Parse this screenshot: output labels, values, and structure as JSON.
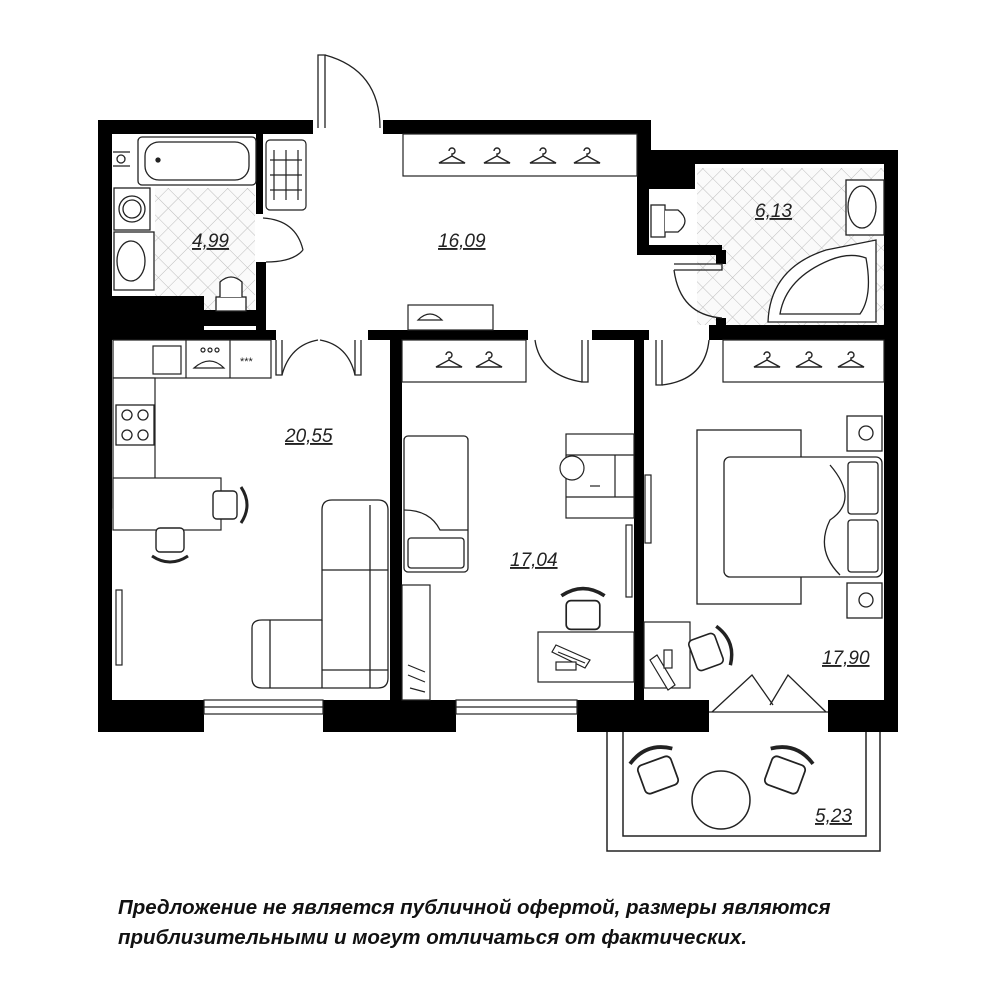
{
  "rooms": {
    "bathroom_1": {
      "area": "4,99"
    },
    "hall": {
      "area": "16,09"
    },
    "bathroom_2": {
      "area": "6,13"
    },
    "kitchen_living": {
      "area": "20,55"
    },
    "bedroom_1": {
      "area": "17,04"
    },
    "bedroom_2": {
      "area": "17,90"
    },
    "balcony": {
      "area": "5,23"
    }
  },
  "disclaimer": {
    "line1": "Предложение не является публичной офертой, размеры являются",
    "line2": "приблизительными и могут отличаться от фактических."
  },
  "colors": {
    "wall": "#000000",
    "line": "#222222",
    "background": "#ffffff"
  },
  "icons": [
    "hanger-icon",
    "bathtub-icon",
    "sink-icon",
    "toilet-icon",
    "washing-machine-icon",
    "stove-icon",
    "chair-icon",
    "sofa-icon",
    "bed-icon",
    "desk-icon",
    "door-swing-icon"
  ]
}
